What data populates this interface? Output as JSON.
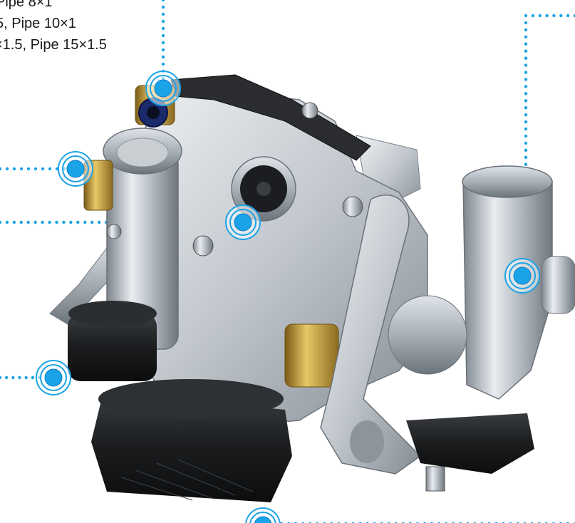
{
  "caption": {
    "lines": [
      "Pipe 8×1",
      "5, Pipe 10×1",
      "×1.5, Pipe 15×1.5"
    ]
  },
  "colors": {
    "accent": "#1aa3e6",
    "accent_dark": "#0b7fc4",
    "background": "#ffffff"
  },
  "hotspots": [
    {
      "name": "hotspot-top-fitting"
    },
    {
      "name": "hotspot-left-port"
    },
    {
      "name": "hotspot-center-valve"
    },
    {
      "name": "hotspot-right-port"
    },
    {
      "name": "hotspot-lower-left-cap"
    },
    {
      "name": "hotspot-bottom-cap"
    }
  ]
}
